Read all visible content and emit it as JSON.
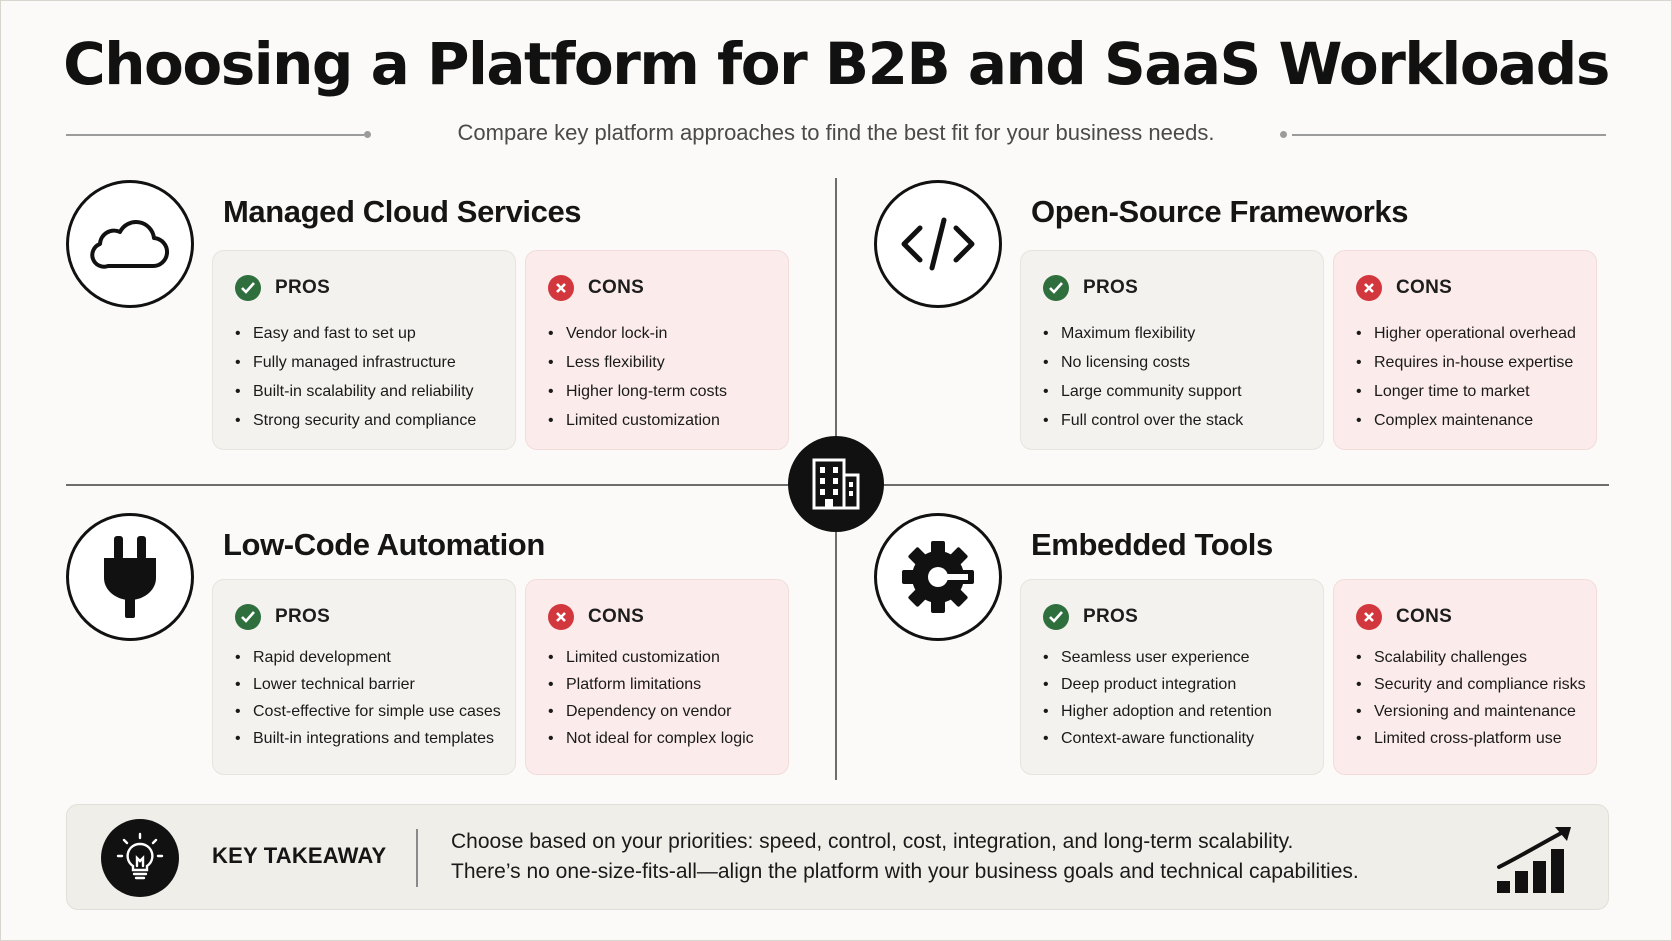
{
  "title": "Choosing a Platform for B2B and SaaS Workloads",
  "subtitle": "Compare key platform approaches to find the best fit for your business needs.",
  "labels": {
    "pros": "PROS",
    "cons": "CONS"
  },
  "colors": {
    "pros_badge": "#2f6f3e",
    "cons_badge": "#d2373d",
    "pros_card": "#f3f2ee",
    "cons_card": "#fbeceb"
  },
  "center_icon": "office-building-icon",
  "sections": [
    {
      "title": "Managed Cloud Services",
      "icon": "cloud-icon",
      "pros": [
        "Easy and fast to set up",
        "Fully managed infrastructure",
        "Built-in scalability and reliability",
        "Strong security and compliance"
      ],
      "cons": [
        "Vendor lock-in",
        "Less flexibility",
        "Higher long-term costs",
        "Limited customization"
      ]
    },
    {
      "title": "Open-Source Frameworks",
      "icon": "code-icon",
      "pros": [
        "Maximum flexibility",
        "No licensing costs",
        "Large community support",
        "Full control over the stack"
      ],
      "cons": [
        "Higher operational overhead",
        "Requires in-house expertise",
        "Longer time to market",
        "Complex maintenance"
      ]
    },
    {
      "title": "Low-Code Automation",
      "icon": "plug-icon",
      "pros": [
        "Rapid development",
        "Lower technical barrier",
        "Cost-effective for simple use cases",
        "Built-in integrations and templates"
      ],
      "cons": [
        "Limited customization",
        "Platform limitations",
        "Dependency on vendor",
        "Not ideal for complex logic"
      ]
    },
    {
      "title": "Embedded Tools",
      "icon": "gear-icon",
      "pros": [
        "Seamless user experience",
        "Deep product integration",
        "Higher adoption and retention",
        "Context-aware functionality"
      ],
      "cons": [
        "Scalability challenges",
        "Security and compliance risks",
        "Versioning and maintenance",
        "Limited cross-platform use"
      ]
    }
  ],
  "takeaway": {
    "label": "KEY TAKEAWAY",
    "lines": [
      "Choose based on your priorities: speed, control, cost, integration, and long-term scalability.",
      "There’s no one-size-fits-all—align the platform with your business goals and technical capabilities."
    ],
    "icon_left": "lightbulb-icon",
    "icon_right": "growth-chart-icon"
  }
}
